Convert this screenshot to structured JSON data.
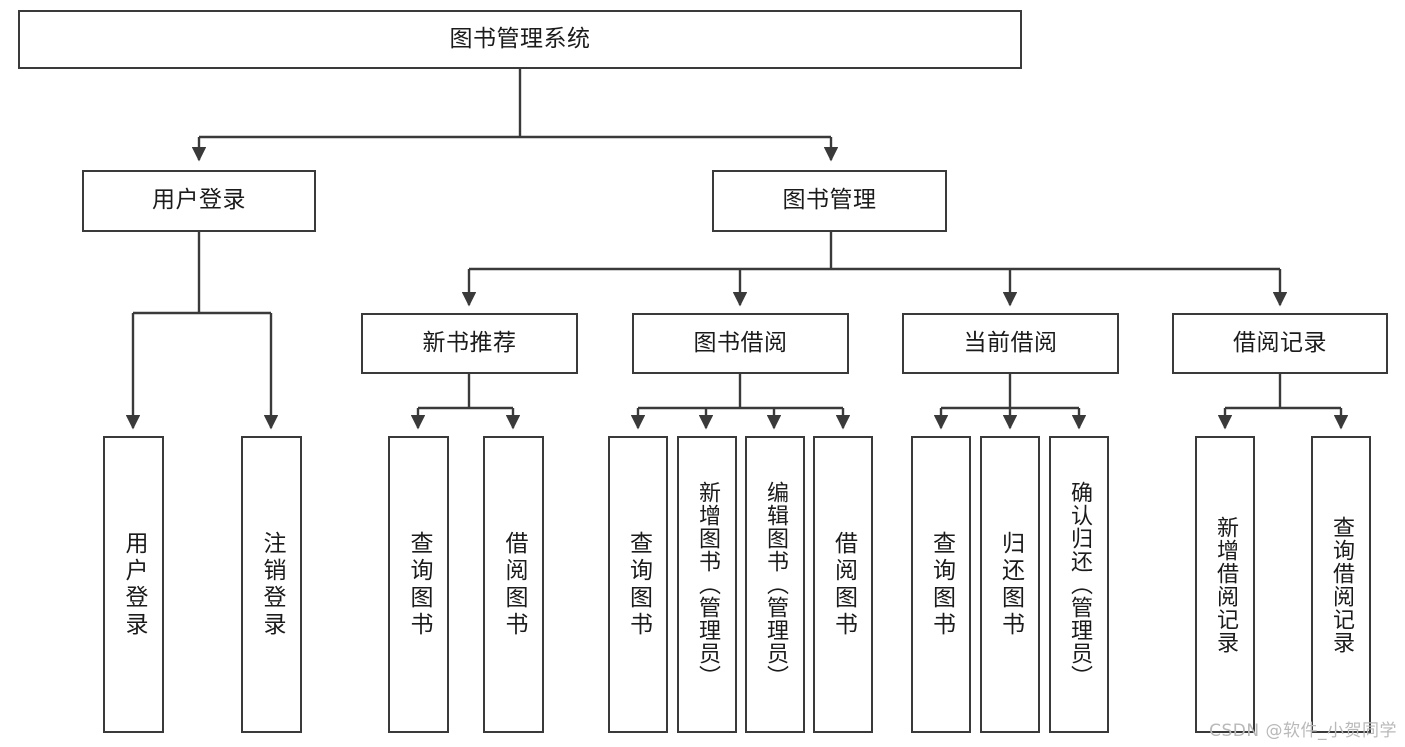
{
  "diagram": {
    "title": "图书管理系统",
    "type": "functional-structure-tree",
    "root": {
      "id": "root",
      "label": "图书管理系统"
    },
    "level2": [
      {
        "id": "user-login",
        "label": "用户登录"
      },
      {
        "id": "book-manage",
        "label": "图书管理"
      }
    ],
    "level3": [
      {
        "id": "new-book-recommend",
        "label": "新书推荐",
        "parent": "book-manage"
      },
      {
        "id": "book-borrow",
        "label": "图书借阅",
        "parent": "book-manage"
      },
      {
        "id": "current-borrow",
        "label": "当前借阅",
        "parent": "book-manage"
      },
      {
        "id": "borrow-record",
        "label": "借阅记录",
        "parent": "book-manage"
      }
    ],
    "leaves": {
      "user-login": [
        {
          "id": "leaf-user-login",
          "label": "用户登录"
        },
        {
          "id": "leaf-user-logout",
          "label": "注销登录"
        }
      ],
      "new-book-recommend": [
        {
          "id": "leaf-query-book-1",
          "label": "查询图书"
        },
        {
          "id": "leaf-borrow-book-1",
          "label": "借阅图书"
        }
      ],
      "book-borrow": [
        {
          "id": "leaf-query-book-2",
          "label": "查询图书"
        },
        {
          "id": "leaf-add-book",
          "label": "新增图书（管理员）"
        },
        {
          "id": "leaf-edit-book",
          "label": "编辑图书（管理员）"
        },
        {
          "id": "leaf-borrow-book-2",
          "label": "借阅图书"
        }
      ],
      "current-borrow": [
        {
          "id": "leaf-query-book-3",
          "label": "查询图书"
        },
        {
          "id": "leaf-return-book",
          "label": "归还图书"
        },
        {
          "id": "leaf-confirm-return",
          "label": "确认归还（管理员）"
        }
      ],
      "borrow-record": [
        {
          "id": "leaf-add-record",
          "label": "新增借阅记录"
        },
        {
          "id": "leaf-query-record",
          "label": "查询借阅记录"
        }
      ]
    },
    "colors": {
      "stroke": "#3a3a3a",
      "text": "#1b1b1b",
      "background": "#ffffff",
      "watermark": "#b9b9b9"
    }
  },
  "watermark": {
    "text": "CSDN @软件_小贺同学"
  }
}
